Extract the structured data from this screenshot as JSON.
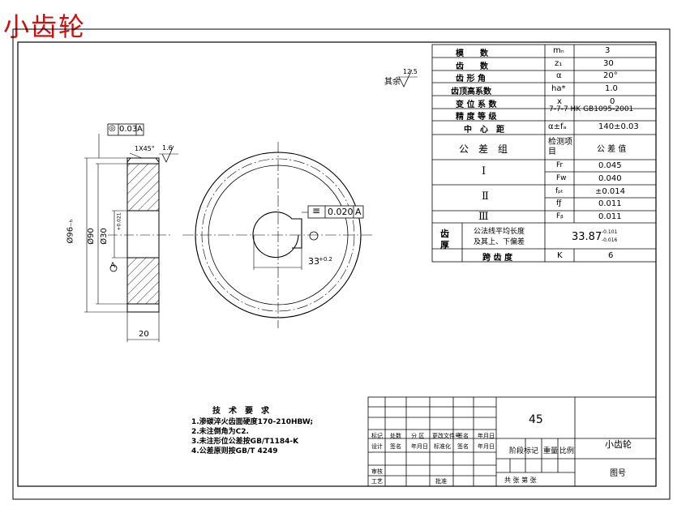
{
  "header_title": "小齿轮",
  "surface_finish": {
    "prefix": "其余",
    "value": "12.5"
  },
  "param_table": [
    {
      "label": "模　　数",
      "symbol": "mₙ",
      "value": "3"
    },
    {
      "label": "齿　　数",
      "symbol": "z₁",
      "value": "30"
    },
    {
      "label": "齿 形 角",
      "symbol": "α",
      "value": "20°"
    },
    {
      "label": "齿顶高系数",
      "symbol": "ha*",
      "value": "1.0"
    },
    {
      "label": "变 位 系 数",
      "symbol": "x",
      "value": "0"
    },
    {
      "label": "精 度 等 级",
      "symbol": "",
      "value": "7-7-7 HK GB1095-2001"
    },
    {
      "label": "中　心　距",
      "symbol": "α±fₐ",
      "value": "140±0.03"
    }
  ],
  "tolerance_table": {
    "group_label": "公　差　组",
    "check_item": "检测项目",
    "tolerance_value": "公 差 值",
    "groups": [
      {
        "name": "Ⅰ",
        "rows": [
          {
            "item": "Fr",
            "value": "0.045"
          },
          {
            "item": "Fw",
            "value": "0.040"
          }
        ]
      },
      {
        "name": "Ⅱ",
        "rows": [
          {
            "item": "fₚₜ",
            "value": "±0.014"
          },
          {
            "item": "fƒ",
            "value": "0.011"
          }
        ]
      },
      {
        "name": "Ⅲ",
        "rows": [
          {
            "item": "Fᵦ",
            "value": "0.011"
          }
        ]
      }
    ],
    "thickness_label": "齿厚",
    "thickness_desc1": "公法线平均长度",
    "thickness_desc2": "及其上、下偏差",
    "thickness_value": "33.87",
    "thickness_upper": "-0.101",
    "thickness_lower": "-0.016",
    "span_label": "跨 齿 度",
    "span_symbol": "K",
    "span_value": "6"
  },
  "side_view": {
    "tol_frame_sym": "◎",
    "tol_frame_value": "0.03",
    "tol_frame_datum": "A",
    "chamfer": "1X45°",
    "roughness": "1.6",
    "dia_outer": "Ø96₋ₕ",
    "dia_root": "Ø90",
    "dia_bore": "Ø30",
    "dia_bore_tol": "+0.021",
    "datum": "A",
    "width": "20"
  },
  "front_view": {
    "sym_frame_sym": "≡",
    "sym_frame_value": "0.020",
    "sym_frame_datum": "A",
    "keyway": "33",
    "keyway_tol": "+0.2"
  },
  "tech_req": {
    "title": "技　术　要　求",
    "lines": [
      "1.渗碳淬火齿面硬度170-210HBW;",
      "2.未注倒角为C2.",
      "3.未注形位公差按GB/T1184-K",
      "4.公差原则按GB/T 4249"
    ]
  },
  "title_block": {
    "material": "45",
    "part_name": "小齿轮",
    "drawing_no": "图号",
    "stage_mark": "阶段标记",
    "weight": "重量",
    "scale": "比例",
    "sheets": "共 张 第 张",
    "row_labels": [
      [
        "标记",
        "处数",
        "分 区",
        "更改文件号",
        "签名",
        "年月日"
      ],
      [
        "设计",
        "签名",
        "年月日",
        "标准化",
        "签名",
        "年月日"
      ],
      [
        "审核",
        "",
        "",
        "",
        "",
        ""
      ],
      [
        "工艺",
        "",
        "批准",
        "",
        "",
        ""
      ]
    ]
  }
}
